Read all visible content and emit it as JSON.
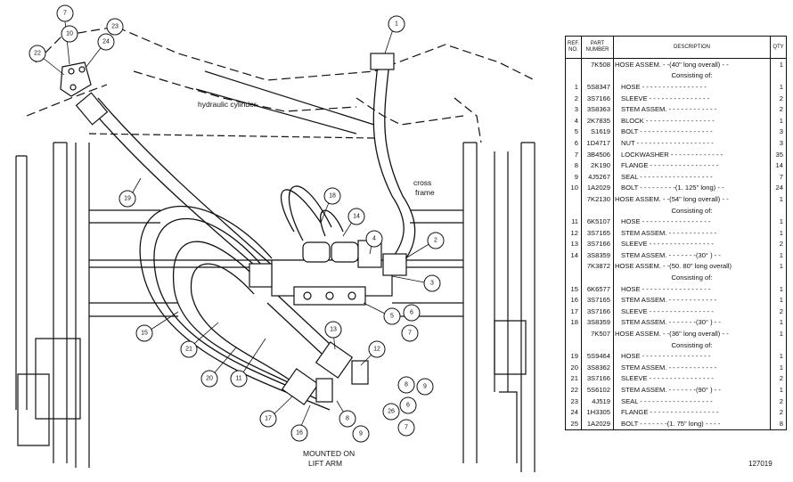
{
  "diagram": {
    "labels": {
      "hydraulic_cylinder": "hydraulic cylinder",
      "cross": "cross",
      "frame": "frame",
      "mounted_on": "MOUNTED ON",
      "lift_arm": "LIFT ARM"
    },
    "callouts": [
      "7",
      "10",
      "23",
      "24",
      "22",
      "1",
      "19",
      "18",
      "14",
      "4",
      "2",
      "3",
      "5",
      "6",
      "7",
      "15",
      "21",
      "20",
      "11",
      "13",
      "12",
      "8",
      "9",
      "17",
      "16",
      "8",
      "9",
      "26",
      "6",
      "7"
    ]
  },
  "parts_table": {
    "headers": {
      "ref": "REF. NO.",
      "part": "PART NUMBER",
      "description": "DESCRIPTION",
      "qty": "QTY"
    },
    "rows": [
      {
        "ref": "",
        "part": "7K508",
        "desc": "HOSE ASSEM. - -(40\" long overall) - -",
        "qty": "1"
      },
      {
        "ref": "",
        "part": "",
        "desc": "Consisting of:",
        "qty": ""
      },
      {
        "ref": "1",
        "part": "5S8347",
        "desc": "HOSE - - - - - - - - - - - - - - - -",
        "qty": "1"
      },
      {
        "ref": "2",
        "part": "3S7166",
        "desc": "SLEEVE - - - - - - - - - - - - - - -",
        "qty": "2"
      },
      {
        "ref": "3",
        "part": "3S8363",
        "desc": "STEM ASSEM. - - - - - - - - - - - -",
        "qty": "2"
      },
      {
        "ref": "4",
        "part": "2K7835",
        "desc": "BLOCK - - - - - - - - - - - - - - - - -",
        "qty": "1"
      },
      {
        "ref": "5",
        "part": "S1619",
        "desc": "BOLT - - - - - - - - - - - - - - - - - -",
        "qty": "3"
      },
      {
        "ref": "6",
        "part": "1D4717",
        "desc": "NUT - - - - - - - - - - - - - - - - - - -",
        "qty": "3"
      },
      {
        "ref": "7",
        "part": "3B4506",
        "desc": "LOCKWASHER - - - - - - - - - - - - -",
        "qty": "35"
      },
      {
        "ref": "8",
        "part": "2K190",
        "desc": "FLANGE - - - - - - - - - - - - - - - - -",
        "qty": "14"
      },
      {
        "ref": "9",
        "part": "4J5267",
        "desc": "SEAL - - - - - - - - - - - - - - - - - -",
        "qty": "7"
      },
      {
        "ref": "10",
        "part": "1A2029",
        "desc": "BOLT - - - - - - - - -(1. 125\" long) - -",
        "qty": "24"
      },
      {
        "ref": "",
        "part": "7K2130",
        "desc": "HOSE ASSEM. - -(54\" long overall) - -",
        "qty": "1"
      },
      {
        "ref": "",
        "part": "",
        "desc": "Consisting of:",
        "qty": ""
      },
      {
        "ref": "11",
        "part": "6K5107",
        "desc": "HOSE - - - - - - - - - - - - - - - - -",
        "qty": "1"
      },
      {
        "ref": "12",
        "part": "3S7165",
        "desc": "STEM ASSEM. - - - - - - - - - - - -",
        "qty": "1"
      },
      {
        "ref": "13",
        "part": "3S7166",
        "desc": "SLEEVE - - - - - - - - - - - - - - - -",
        "qty": "2"
      },
      {
        "ref": "14",
        "part": "3S8359",
        "desc": "STEM ASSEM. - - - - - - -(30° ) - -",
        "qty": "1"
      },
      {
        "ref": "",
        "part": "7K3872",
        "desc": "HOSE ASSEM. - -(50. 80\" long overall)",
        "qty": "1"
      },
      {
        "ref": "",
        "part": "",
        "desc": "Consisting of:",
        "qty": ""
      },
      {
        "ref": "15",
        "part": "6K6577",
        "desc": "HOSE - - - - - - - - - - - - - - - - -",
        "qty": "1"
      },
      {
        "ref": "16",
        "part": "3S7165",
        "desc": "STEM ASSEM. - - - - - - - - - - - -",
        "qty": "1"
      },
      {
        "ref": "17",
        "part": "3S7166",
        "desc": "SLEEVE - - - - - - - - - - - - - - - -",
        "qty": "2"
      },
      {
        "ref": "18",
        "part": "3S8359",
        "desc": "STEM ASSEM. - - - - - - -(30° ) - -",
        "qty": "1"
      },
      {
        "ref": "",
        "part": "7K507",
        "desc": "HOSE ASSEM. - -(36\" long overall) - -",
        "qty": "1"
      },
      {
        "ref": "",
        "part": "",
        "desc": "Consisting of:",
        "qty": ""
      },
      {
        "ref": "19",
        "part": "5S9464",
        "desc": "HOSE - - - - - - - - - - - - - - - - -",
        "qty": "1"
      },
      {
        "ref": "20",
        "part": "3S8362",
        "desc": "STEM ASSEM. - - - - - - - - - - - -",
        "qty": "1"
      },
      {
        "ref": "21",
        "part": "3S7166",
        "desc": "SLEEVE - - - - - - - - - - - - - - - -",
        "qty": "2"
      },
      {
        "ref": "22",
        "part": "5S6102",
        "desc": "STEM ASSEM. - - - - - - -(90° ) - -",
        "qty": "1"
      },
      {
        "ref": "23",
        "part": "4J519",
        "desc": "SEAL - - - - - - - - - - - - - - - - - -",
        "qty": "2"
      },
      {
        "ref": "24",
        "part": "1H3305",
        "desc": "FLANGE - - - - - - - - - - - - - - - - -",
        "qty": "2"
      },
      {
        "ref": "25",
        "part": "1A2029",
        "desc": "BOLT - - - - - - -(1. 75\" long) - - - -",
        "qty": "8"
      }
    ]
  },
  "figure_number": "127019"
}
